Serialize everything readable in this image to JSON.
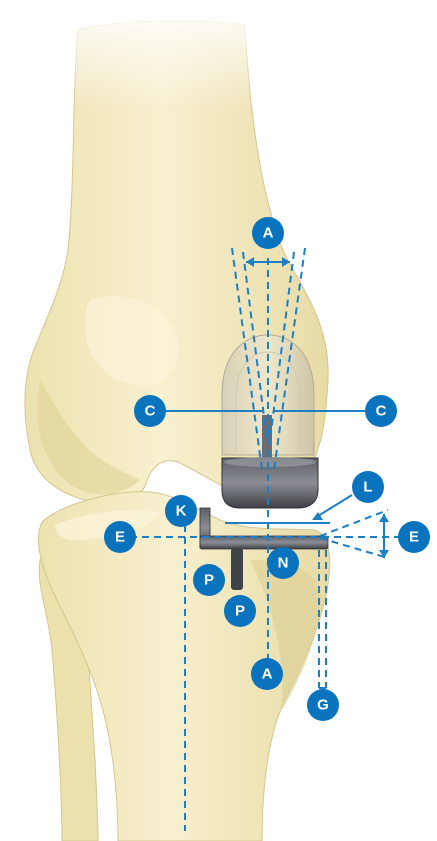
{
  "colors": {
    "bone_light": "#f8f0cf",
    "bone_mid": "#ece2b0",
    "bone_shadow": "#d9cb91",
    "guide_line": "#1c7fc4",
    "label_fill": "#0a73bd",
    "label_text": "#ffffff",
    "implant_dark": "#4a4d52",
    "implant_metal": "#7d8086",
    "implant_clear": "#d8d4c4",
    "background": "#ffffff"
  },
  "labels": {
    "A_top": "A",
    "A_bottom": "A",
    "C_left": "C",
    "C_right": "C",
    "E_left": "E",
    "E_right": "E",
    "K": "K",
    "L": "L",
    "N": "N",
    "P_upper": "P",
    "P_lower": "P",
    "G": "G"
  }
}
